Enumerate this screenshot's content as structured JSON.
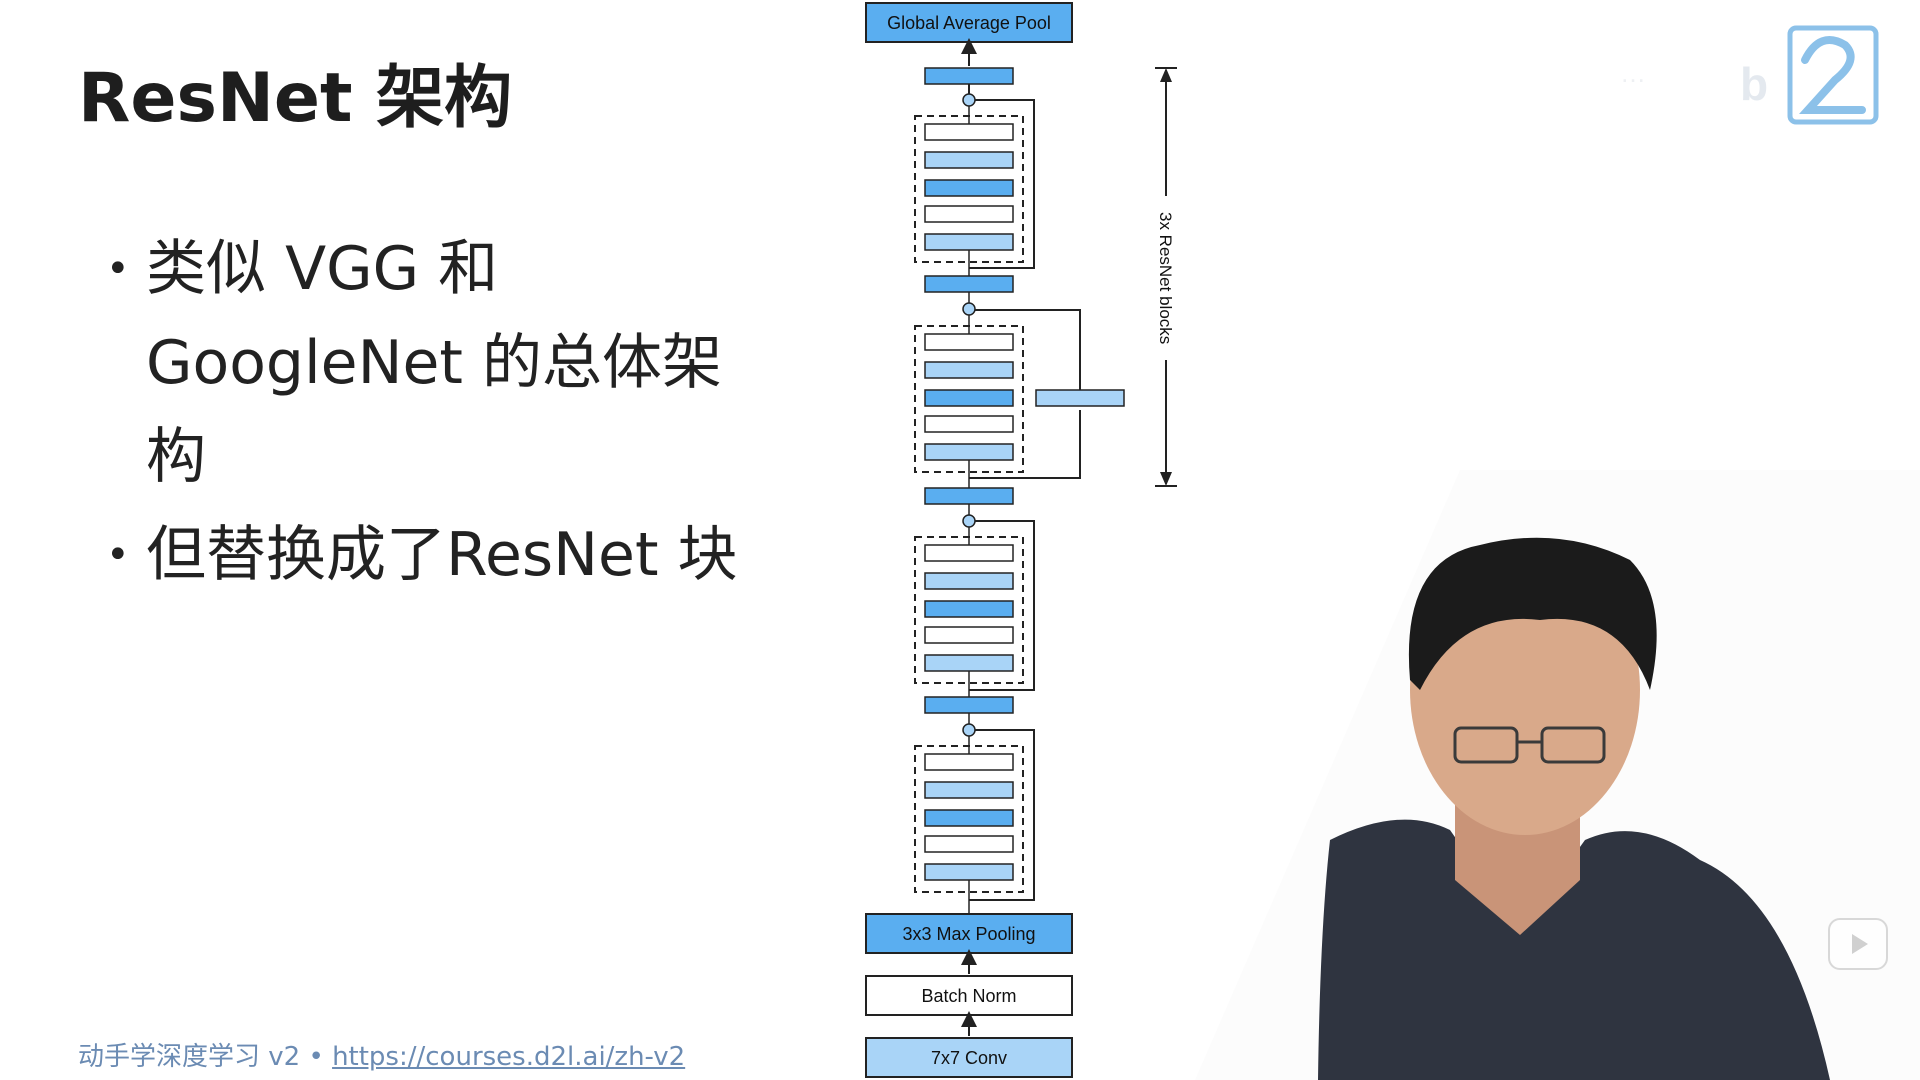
{
  "slide": {
    "title": "ResNet 架构",
    "bullets": [
      "类似 VGG 和 GoogleNet 的总体架构",
      "但替换成了ResNet 块"
    ],
    "footer_course": "动手学深度学习 v2 • ",
    "footer_link": "https://courses.d2l.ai/zh-v2"
  },
  "diagram": {
    "top_label": "Global Average Pool",
    "pool_label": "3x3 Max Pooling",
    "bn_label": "Batch Norm",
    "conv_label": "7x7 Conv",
    "side_label": "3x ResNet blocks",
    "colors": {
      "dark_blue": "#5aaef0",
      "light_blue": "#a9d4f7",
      "stroke": "#222222"
    }
  },
  "presenter": {
    "shirt_color": "#2f3440",
    "skin_color": "#d9a98a"
  },
  "player": {
    "play_icon": "play-icon"
  }
}
